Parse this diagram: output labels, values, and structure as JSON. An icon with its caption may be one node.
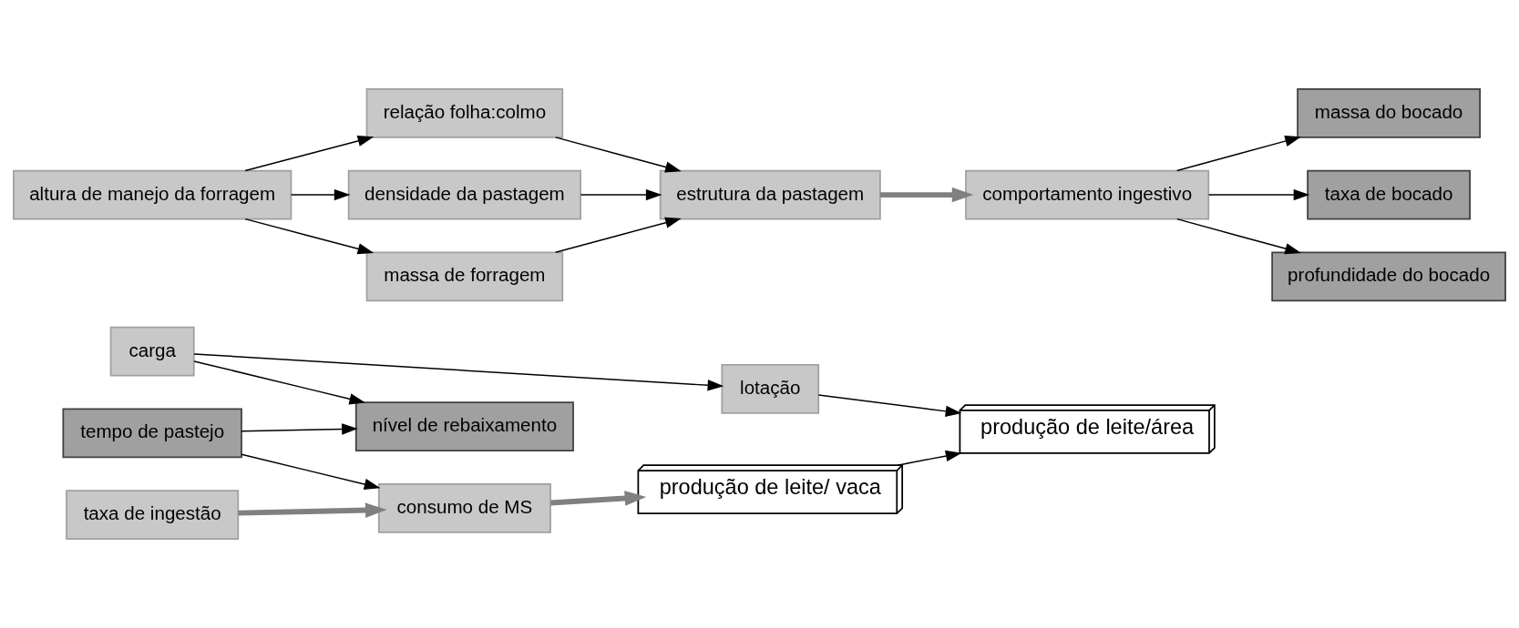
{
  "diagram": {
    "nodes": [
      {
        "text": [
          "tempo de pastejo"
        ]
      },
      {
        "text": [
          "altura de manejo da forragem"
        ]
      },
      {
        "text": [
          "nível de rebaixamento"
        ]
      },
      {
        "text": [
          "carga"
        ]
      },
      {
        "text": [
          "lotação"
        ]
      },
      {
        "text": [
          "produção de leite/área"
        ]
      },
      {
        "text": [
          "relação folha:colmo"
        ]
      },
      {
        "text": [
          "densidade da pastagem"
        ]
      },
      {
        "text": [
          "massa de forragem"
        ]
      },
      {
        "text": [
          "estrutura da pastagem"
        ]
      },
      {
        "text": [
          "comportamento ingestivo"
        ]
      },
      {
        "text": [
          "massa do bocado"
        ]
      },
      {
        "text": [
          "taxa de bocado"
        ]
      },
      {
        "text": [
          "profundidade do bocado"
        ]
      },
      {
        "text": [
          "taxa de ingestão"
        ]
      },
      {
        "text": [
          "consumo de MS"
        ]
      },
      {
        "text": [
          "produção de leite/ vaca"
        ]
      }
    ],
    "edges": [
      {
        "from": 0,
        "to": 2,
        "arrow": "to"
      },
      {
        "from": 3,
        "to": 2,
        "arrow": "to"
      },
      {
        "from": 3,
        "to": 4,
        "arrow": "to"
      },
      {
        "from": 4,
        "to": 5,
        "arrow": "to"
      },
      {
        "from": 0,
        "to": 15,
        "arrow": "to"
      },
      {
        "from": 1,
        "to": 6,
        "arrow": "to"
      },
      {
        "from": 1,
        "to": 7,
        "arrow": "to"
      },
      {
        "from": 1,
        "to": 8,
        "arrow": "to"
      },
      {
        "from": 6,
        "to": 9,
        "arrow": "to"
      },
      {
        "from": 7,
        "to": 9,
        "arrow": "to"
      },
      {
        "from": 8,
        "to": 9,
        "arrow": "to"
      },
      {
        "from": 9,
        "to": 10,
        "arrow": "to",
        "style": "thick",
        "color": "#808080"
      },
      {
        "from": 10,
        "to": 11,
        "arrow": "to"
      },
      {
        "from": 10,
        "to": 12,
        "arrow": "to"
      },
      {
        "from": 10,
        "to": 13,
        "arrow": "to"
      },
      {
        "from": 14,
        "to": 15,
        "arrow": "to",
        "style": "thick",
        "color": "#808080"
      },
      {
        "from": 15,
        "to": 16,
        "arrow": "to",
        "style": "thick",
        "color": "#808080"
      },
      {
        "from": 16,
        "to": 5,
        "arrow": "to"
      }
    ]
  }
}
